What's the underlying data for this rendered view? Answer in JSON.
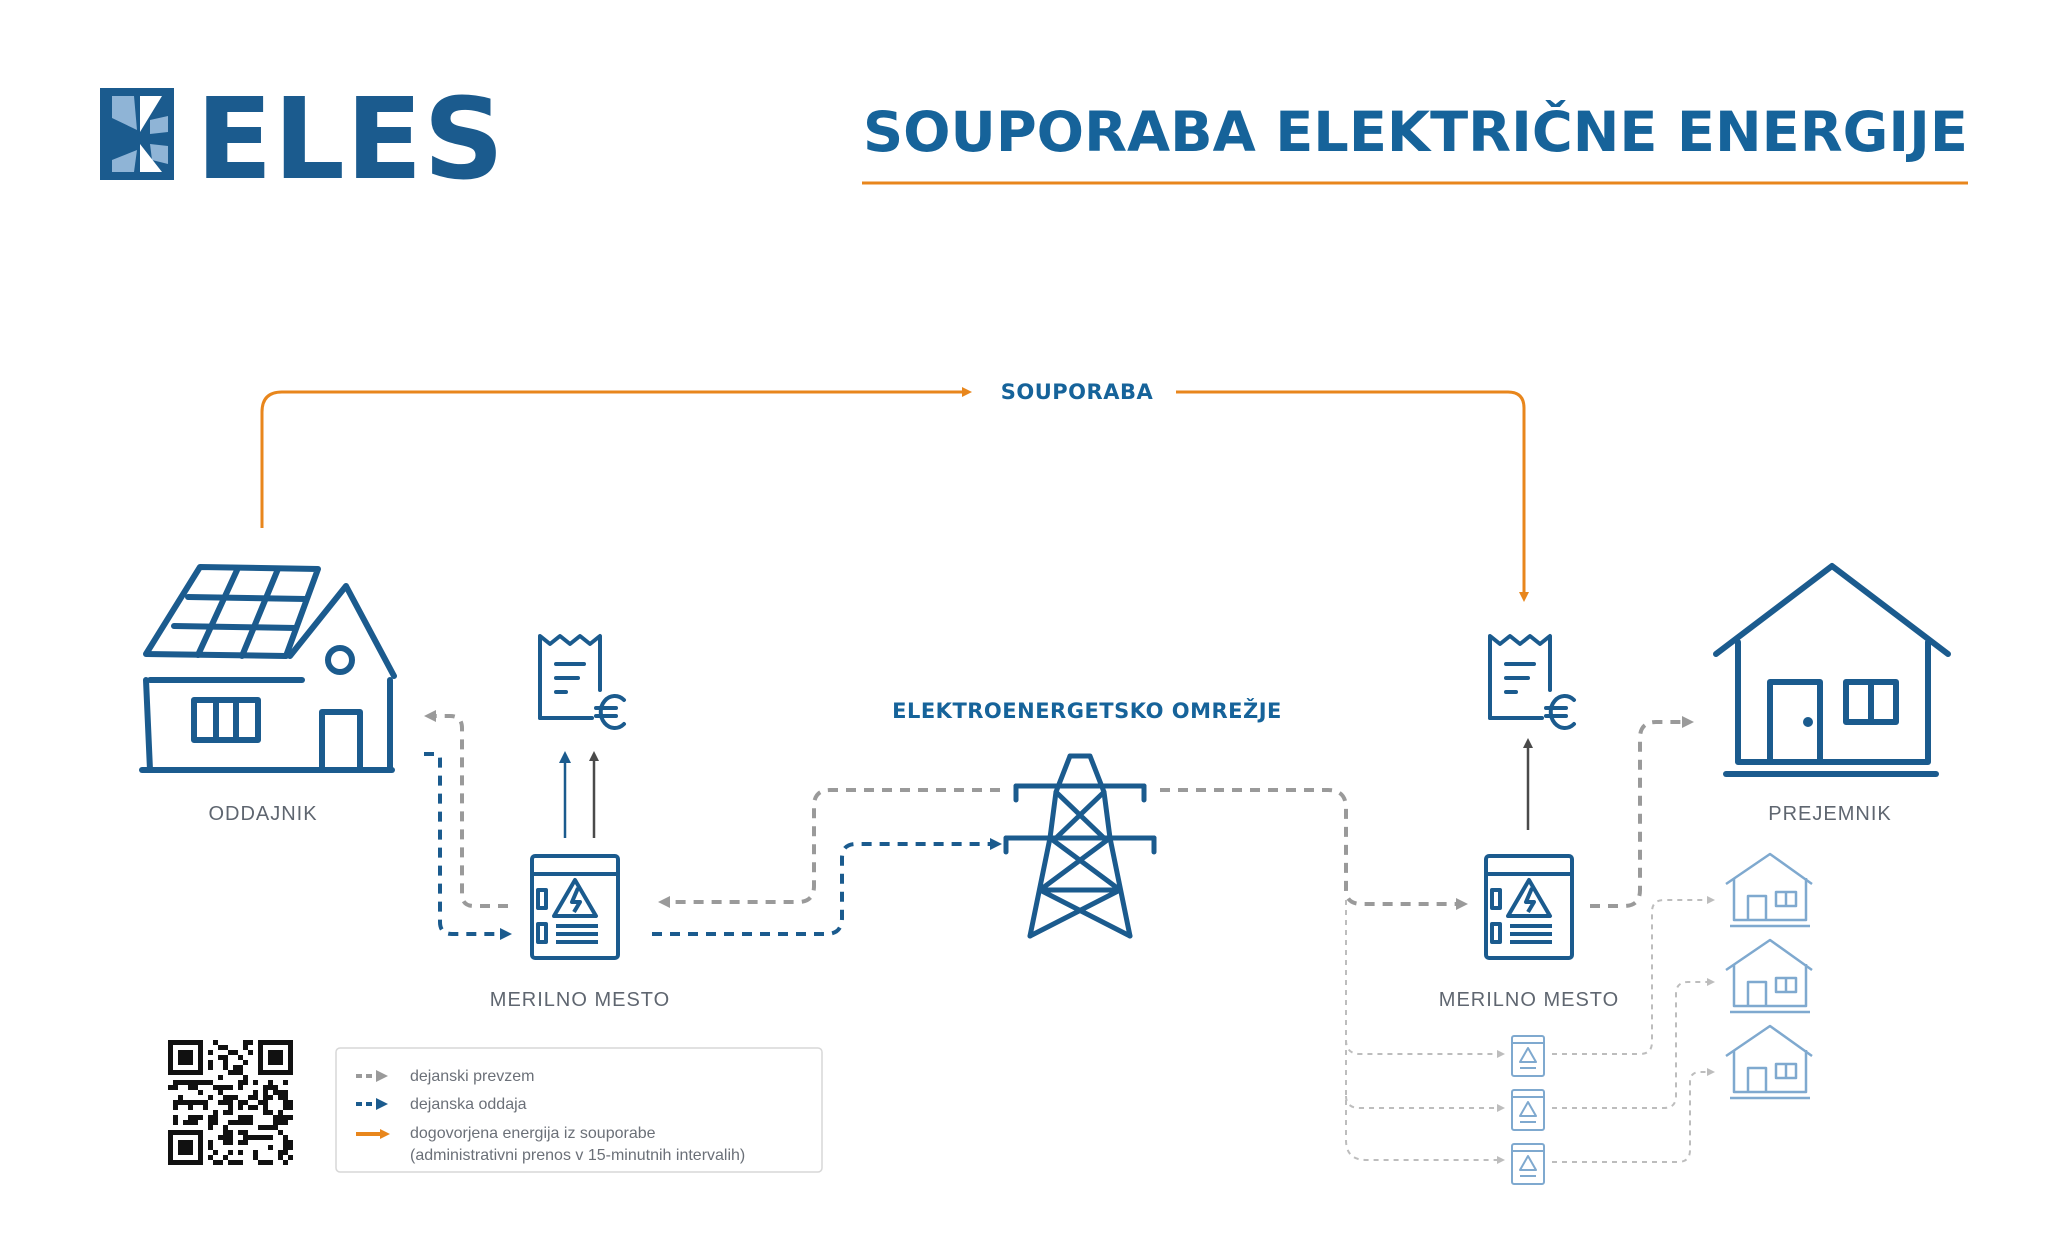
{
  "brand": {
    "name": "ELES"
  },
  "header": {
    "title": "SOUPORABA ELEKTRIČNE ENERGIJE"
  },
  "diagram": {
    "top_flow_label": "SOUPORABA",
    "grid_label": "ELEKTROENERGETSKO OMREŽJE",
    "sender_label": "ODDAJNIK",
    "receiver_label": "PREJEMNIK",
    "left_meter_label": "MERILNO MESTO",
    "right_meter_label": "MERILNO MESTO"
  },
  "legend": {
    "items": [
      {
        "text": "dejanski prevzem",
        "color": "#9a9a9a",
        "style": "dashed"
      },
      {
        "text": "dejanska oddaja",
        "color": "#1b5b8e",
        "style": "dashed"
      },
      {
        "text": "dogovorjena energija iz souporabe",
        "text2": "(administrativni prenos v 15-minutnih intervalih)",
        "color": "#e8861c",
        "style": "solid"
      }
    ]
  },
  "colors": {
    "brand_blue": "#1b5b8e",
    "accent_orange": "#e8861c",
    "gray": "#9a9a9a",
    "light_blue": "#7fa9cf"
  }
}
